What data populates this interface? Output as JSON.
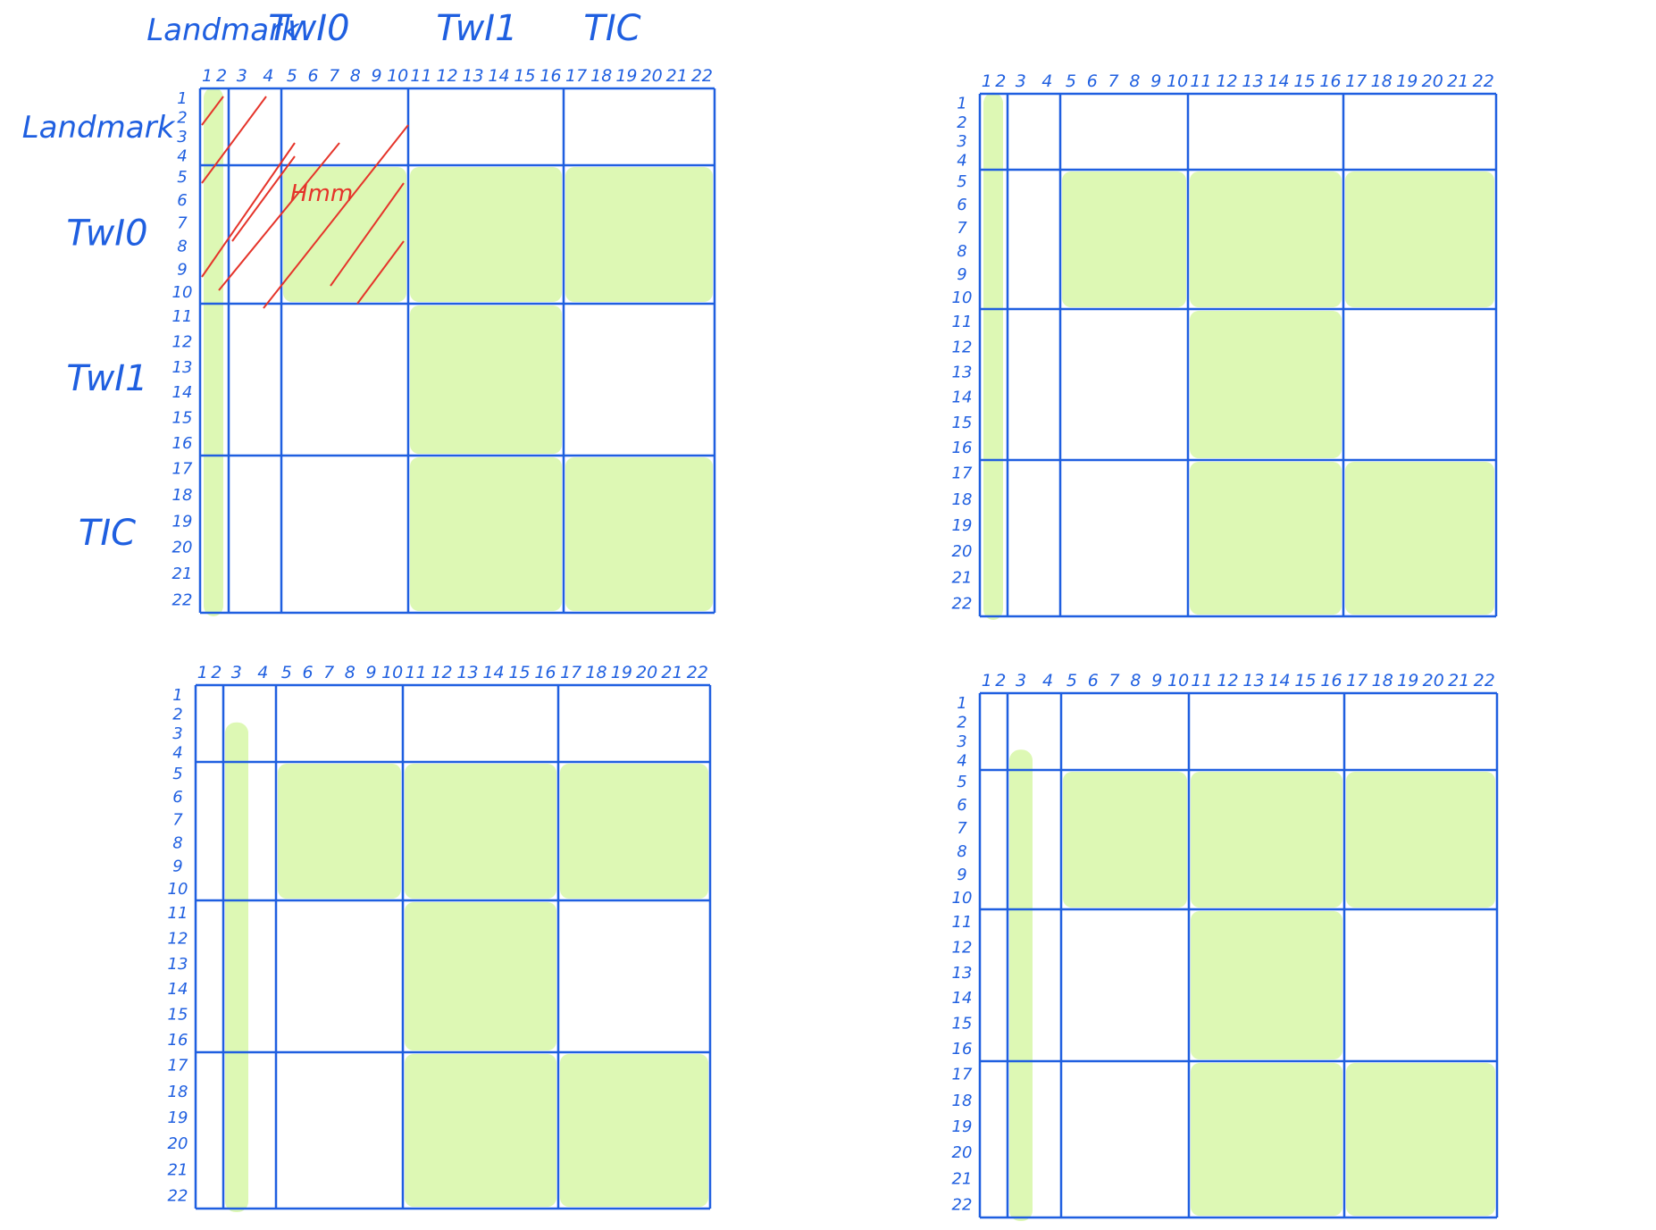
{
  "column_headers": [
    "Landmark",
    "TwI0",
    "TwI1",
    "TIC"
  ],
  "row_headers": [
    "Landmark",
    "TwI0",
    "TwI1",
    "TIC"
  ],
  "col_numbers": [
    "1",
    "2",
    "3",
    "4",
    "5",
    "6",
    "7",
    "8",
    "9",
    "10",
    "11",
    "12",
    "13",
    "14",
    "15",
    "16",
    "17",
    "18",
    "19",
    "20",
    "21",
    "22"
  ],
  "row_numbers": [
    "1",
    "2",
    "3",
    "4",
    "5",
    "6",
    "7",
    "8",
    "9",
    "10",
    "11",
    "12",
    "13",
    "14",
    "15",
    "16",
    "17",
    "18",
    "19",
    "20",
    "21",
    "22"
  ],
  "annotation": "Hmm",
  "colors": {
    "grid": "#1f5fe0",
    "fill": "#ddf8b4",
    "hatch": "#e5342a"
  },
  "panels": [
    {
      "highlight_rows": [
        1,
        22
      ],
      "shaded_blocks": [
        [
          1,
          1
        ],
        [
          1,
          2
        ],
        [
          1,
          3
        ],
        [
          2,
          2
        ],
        [
          3,
          2
        ],
        [
          3,
          3
        ]
      ],
      "hatched": true,
      "labeled": true
    },
    {
      "highlight_rows": [
        1,
        22
      ],
      "shaded_blocks": [
        [
          1,
          1
        ],
        [
          1,
          2
        ],
        [
          1,
          3
        ],
        [
          2,
          2
        ],
        [
          3,
          2
        ],
        [
          3,
          3
        ]
      ],
      "hatched": false,
      "labeled": false
    },
    {
      "highlight_rows": [
        3,
        22
      ],
      "shaded_blocks": [
        [
          1,
          1
        ],
        [
          1,
          2
        ],
        [
          1,
          3
        ],
        [
          2,
          2
        ],
        [
          3,
          2
        ],
        [
          3,
          3
        ]
      ],
      "hatched": false,
      "labeled": false
    },
    {
      "highlight_rows": [
        4,
        22
      ],
      "shaded_blocks": [
        [
          1,
          1
        ],
        [
          1,
          2
        ],
        [
          1,
          3
        ],
        [
          2,
          2
        ],
        [
          3,
          2
        ],
        [
          3,
          3
        ]
      ],
      "hatched": false,
      "labeled": false
    }
  ]
}
